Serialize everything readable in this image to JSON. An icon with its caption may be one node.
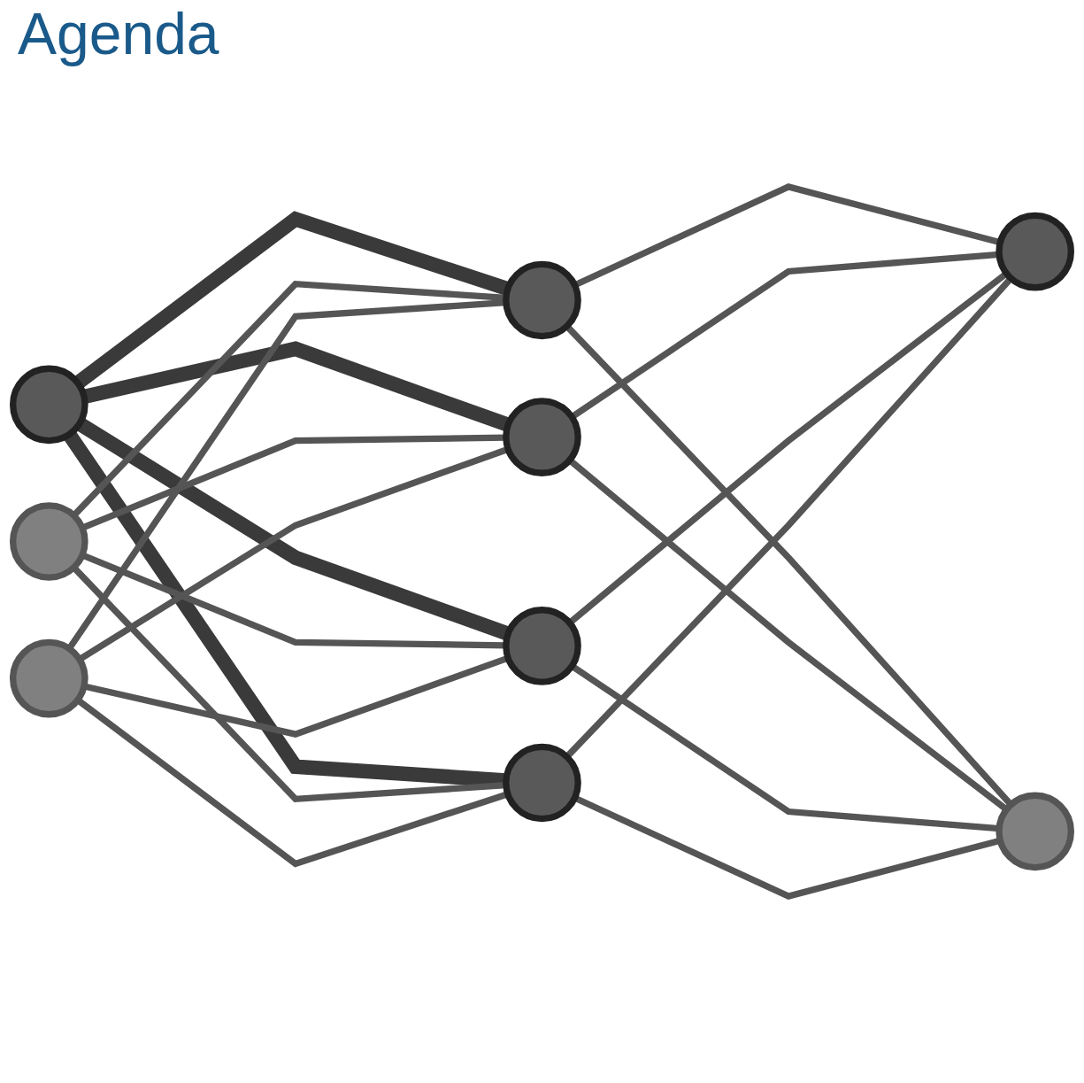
{
  "diagram": {
    "title": "Agenda",
    "nodes": [
      {
        "text": [],
        "shape": "circle"
      },
      {
        "text": [],
        "shape": "circle"
      },
      {
        "text": [],
        "shape": "circle"
      },
      {
        "text": [],
        "shape": "circle"
      },
      {
        "text": [],
        "shape": "circle"
      },
      {
        "text": [],
        "shape": "circle"
      },
      {
        "text": [],
        "shape": "circle"
      },
      {
        "text": [],
        "shape": "circle"
      },
      {
        "text": [],
        "shape": "circle"
      }
    ],
    "edges": [
      {
        "from": 0,
        "to": 3,
        "arrow": "none",
        "style": "thick",
        "color": "#3a3a3a"
      },
      {
        "from": 0,
        "to": 4,
        "arrow": "none",
        "style": "thick",
        "color": "#3a3a3a"
      },
      {
        "from": 0,
        "to": 5,
        "arrow": "none",
        "style": "thick",
        "color": "#3a3a3a"
      },
      {
        "from": 0,
        "to": 6,
        "arrow": "none",
        "style": "thick",
        "color": "#3a3a3a"
      },
      {
        "from": 1,
        "to": 3,
        "arrow": "none"
      },
      {
        "from": 1,
        "to": 4,
        "arrow": "none"
      },
      {
        "from": 1,
        "to": 5,
        "arrow": "none"
      },
      {
        "from": 1,
        "to": 6,
        "arrow": "none"
      },
      {
        "from": 2,
        "to": 3,
        "arrow": "none"
      },
      {
        "from": 2,
        "to": 4,
        "arrow": "none"
      },
      {
        "from": 2,
        "to": 5,
        "arrow": "none"
      },
      {
        "from": 2,
        "to": 6,
        "arrow": "none"
      },
      {
        "from": 3,
        "to": 7,
        "arrow": "none"
      },
      {
        "from": 3,
        "to": 8,
        "arrow": "none"
      },
      {
        "from": 4,
        "to": 7,
        "arrow": "none"
      },
      {
        "from": 4,
        "to": 8,
        "arrow": "none"
      },
      {
        "from": 5,
        "to": 7,
        "arrow": "none"
      },
      {
        "from": 5,
        "to": 8,
        "arrow": "none"
      },
      {
        "from": 6,
        "to": 7,
        "arrow": "none"
      },
      {
        "from": 6,
        "to": 8,
        "arrow": "none"
      }
    ]
  }
}
